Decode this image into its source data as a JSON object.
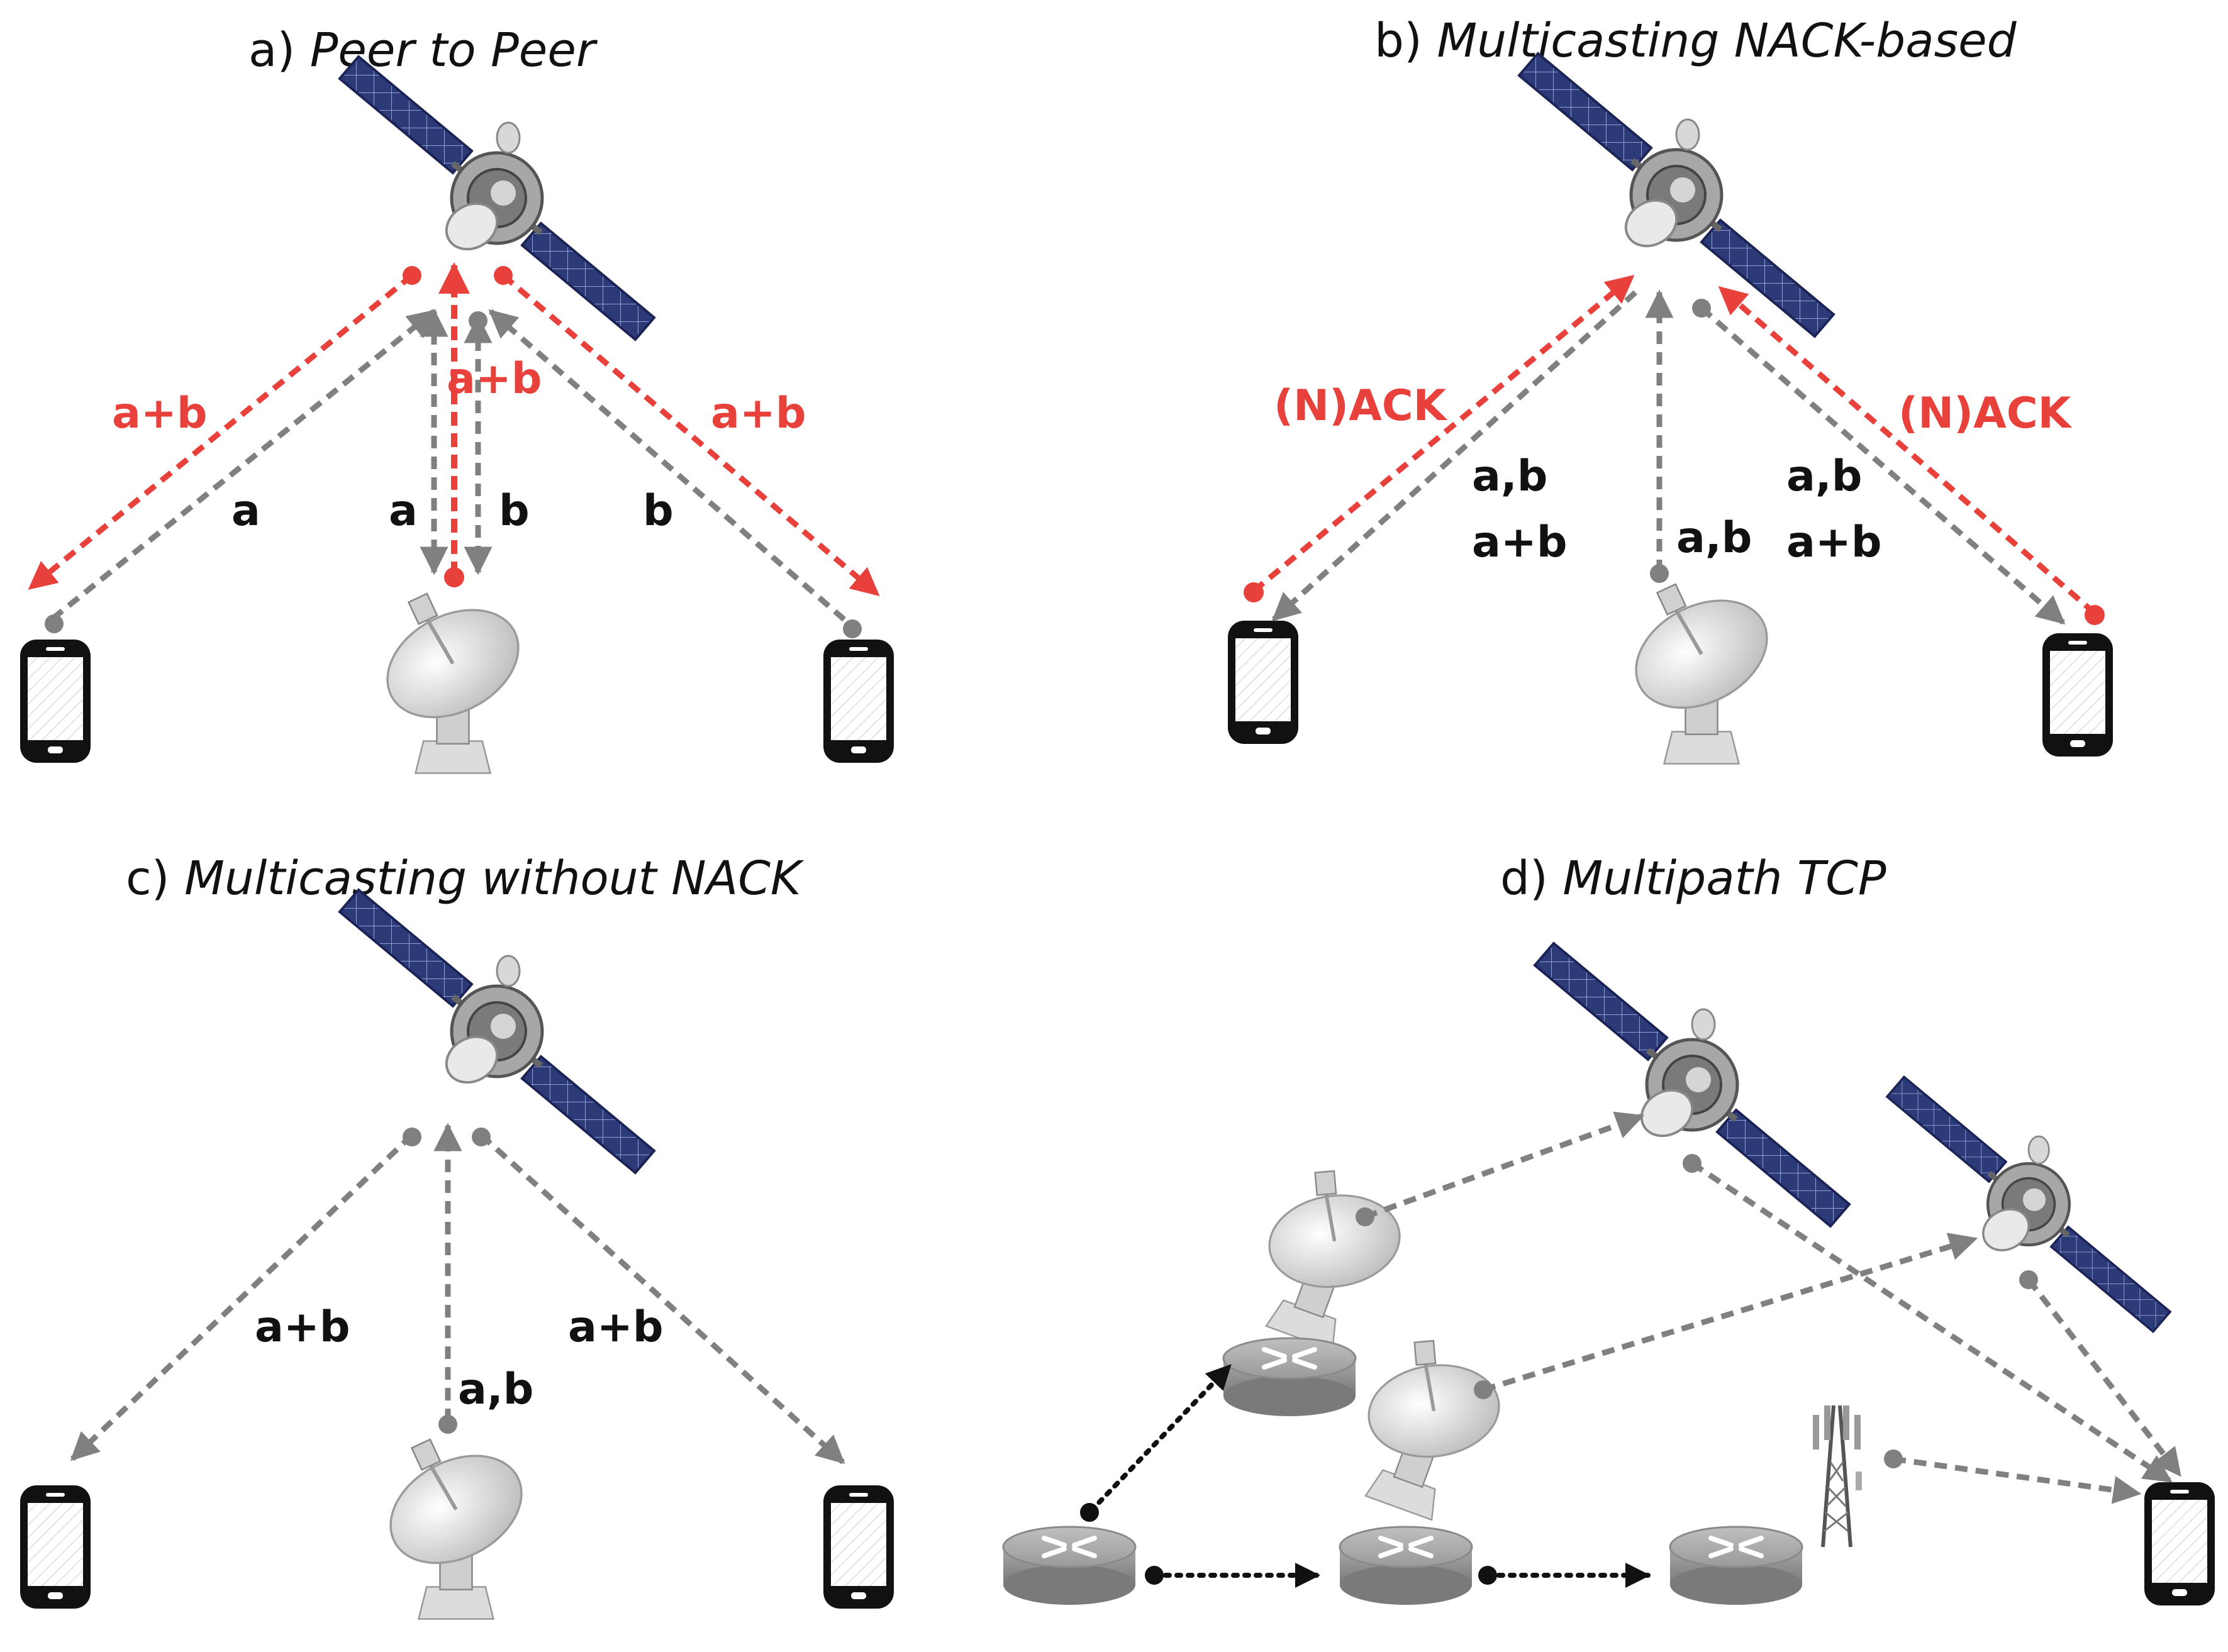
{
  "colors": {
    "gray_link": "#808080",
    "red_link": "#e8403b",
    "wired_link": "#111111",
    "panel_blue": "#2c3a78"
  },
  "icons": [
    "satellite-icon",
    "ground-dish-icon",
    "smartphone-icon",
    "router-icon",
    "cell-tower-icon"
  ],
  "panels": {
    "a": {
      "prefix": "a) ",
      "title": "Peer to Peer",
      "labels": {
        "red_left": "a+b",
        "red_center": "a+b",
        "red_right": "a+b",
        "left": "a",
        "center_left": "a",
        "center_right": "b",
        "right": "b"
      }
    },
    "b": {
      "prefix": "b) ",
      "title": "Multicasting  NACK-based",
      "labels": {
        "nack_left": "(N)ACK",
        "nack_right": "(N)ACK",
        "left_1": "a,b",
        "left_2": "a+b",
        "center": "a,b",
        "right_1": "a,b",
        "right_2": "a+b"
      }
    },
    "c": {
      "prefix": "c)  ",
      "title": "Multicasting  without NACK",
      "labels": {
        "left": "a+b",
        "center": "a,b",
        "right": "a+b"
      }
    },
    "d": {
      "prefix": "d) ",
      "title": "Multipath TCP"
    }
  }
}
